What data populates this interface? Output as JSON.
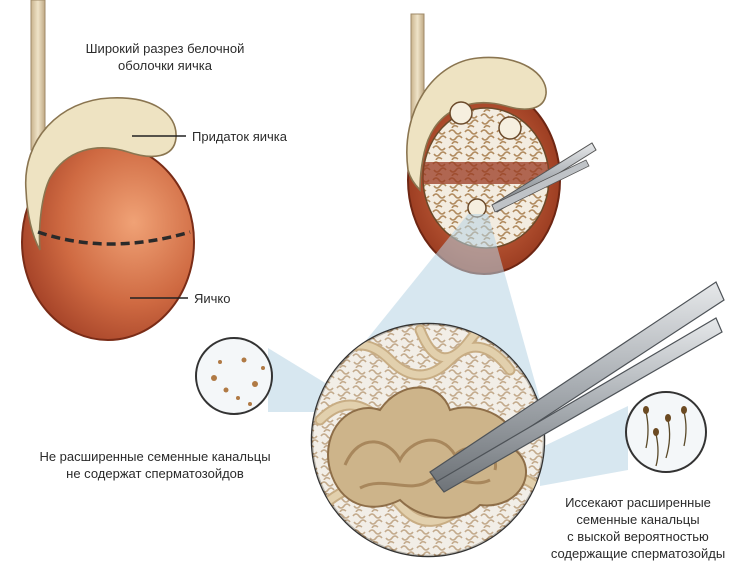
{
  "labels": {
    "incision_line1": "Широкий разрез белочной",
    "incision_line2": "оболочки яичка",
    "epididymis": "Придаток яичка",
    "testis": "Яичко",
    "nondilated_line1": "Не расширенные семенные канальцы",
    "nondilated_line2": "не содержат сперматозойдов",
    "dilated_line1": "Иссекают расширенные",
    "dilated_line2": "семенные  канальцы",
    "dilated_line3": "с выской вероятностью",
    "dilated_line4": "содержащие  сперматозойды"
  },
  "colors": {
    "testis_light": "#e8956a",
    "testis_dark": "#b4492c",
    "epididymis": "#eee3c2",
    "cord": "#d8c7a4",
    "tubule": "#d9c29e",
    "tubule_outline": "#9c7b55",
    "lens_bg": "#eef3f6",
    "cone": "#b7d3e3",
    "instrument": "#9aa0a6"
  }
}
